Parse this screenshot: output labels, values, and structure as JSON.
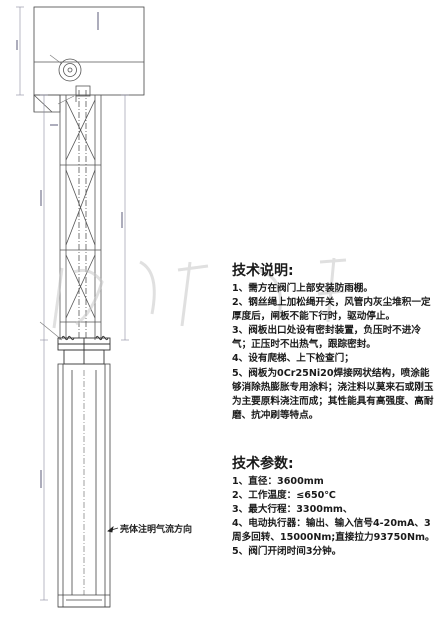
{
  "description": {
    "title": "技术说明:",
    "items": [
      "1、需方在阀门上部安装防雨棚。",
      "2、钢丝绳上加松绳开关，风管内灰尘堆积一定厚度后，闸板不能下行时，驱动停止。",
      "3、阀板出口处设有密封装置，负压时不进冷气；正压时不出热气，跟踪密封。",
      "4、设有爬梯、上下检查门；",
      "5、阀板为0Cr25Ni20焊接网状结构，喷涂能够消除热膨胀专用涂料；浇注料以莫来石或刚玉为主要原料浇注而成；其性能具有高强度、高耐磨、抗冲刷等特点。"
    ]
  },
  "parameters": {
    "title": "技术参数:",
    "items": [
      "1、直径：3600mm",
      "2、工作温度：≤650℃",
      "3、最大行程：3300mm、",
      "4、电动执行器：输出、输入信号4-20mA、3周多回转、15000Nm;直接拉力93750Nm。",
      "5、阀门开闭时间3分钟。"
    ]
  },
  "callout": {
    "flow_label": "壳体注明气流方向"
  }
}
